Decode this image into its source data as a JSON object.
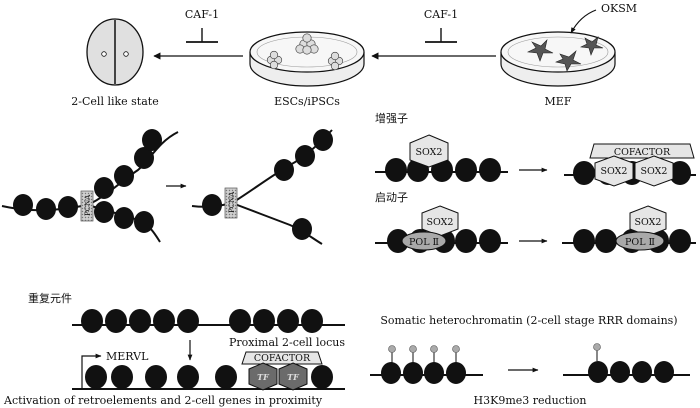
{
  "top_row": {
    "caf1_left": "CAF-1",
    "caf1_right": "CAF-1",
    "oksm": "OKSM",
    "two_cell_label": "2-Cell like state",
    "esc_label": "ESCs/iPSCs",
    "mef_label": "MEF"
  },
  "middle_left": {
    "pcna_left": "PCNA",
    "pcna_right": "PCNA"
  },
  "enhancer": {
    "title": "增强子",
    "sox2_left": "SOX2",
    "cofactor": "COFACTOR",
    "sox2_right_a": "SOX2",
    "sox2_right_b": "SOX2"
  },
  "promoter": {
    "title": "启动子",
    "sox2_left": "SOX2",
    "pol_left": "POL Ⅱ",
    "sox2_right": "SOX2",
    "pol_right": "POL Ⅱ"
  },
  "repeats": {
    "title": "重复元件",
    "mervl": "MERVL",
    "proximal": "Proximal 2-cell locus",
    "cofactor": "COFACTOR",
    "tf_a": "TF",
    "tf_b": "TF",
    "caption": "Activation of retroelements and 2-cell genes in proximity"
  },
  "heterochromatin": {
    "title": "Somatic heterochromatin (2-cell stage RRR domains)",
    "caption": "H3K9me3 reduction"
  }
}
